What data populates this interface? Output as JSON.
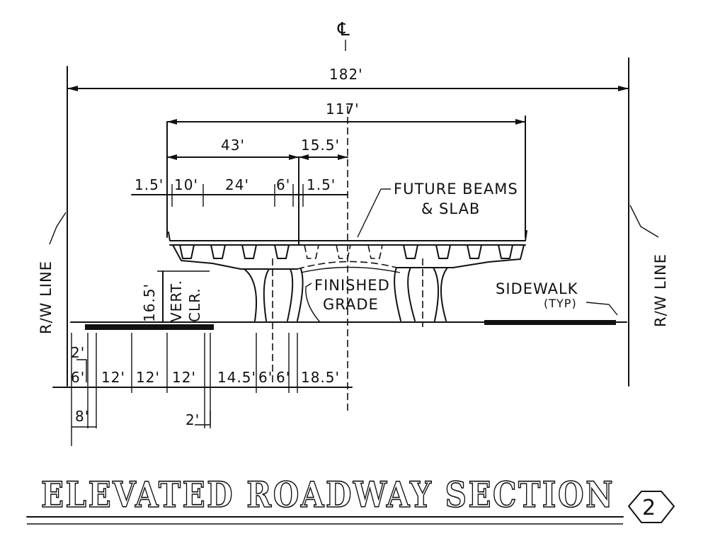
{
  "centerline_symbol": "℄",
  "dimensions": {
    "overall": "182'",
    "deck_width": "117'",
    "left_half": "43'",
    "right_half": "15.5'",
    "deck_parts": [
      "1.5'",
      "10'",
      "24'",
      "6'",
      "1.5'"
    ],
    "ground_stack": [
      "2'",
      "6'",
      "8'"
    ],
    "ground_parts": [
      "12'",
      "12'",
      "12'",
      "14.5'",
      "6'",
      "6'",
      "18.5'"
    ],
    "ground_extra": "2'",
    "clearance": "16.5'"
  },
  "labels": {
    "vert_clr_1": "VERT.",
    "vert_clr_2": "CLR.",
    "rw_left": "R/W LINE",
    "rw_right": "R/W LINE",
    "future_1": "FUTURE BEAMS",
    "future_2": "& SLAB",
    "finished_1": "FINISHED",
    "finished_2": "GRADE",
    "sidewalk_1": "SIDEWALK",
    "sidewalk_2": "(TYP)"
  },
  "title": "ELEVATED ROADWAY SECTION",
  "section_number": "2"
}
